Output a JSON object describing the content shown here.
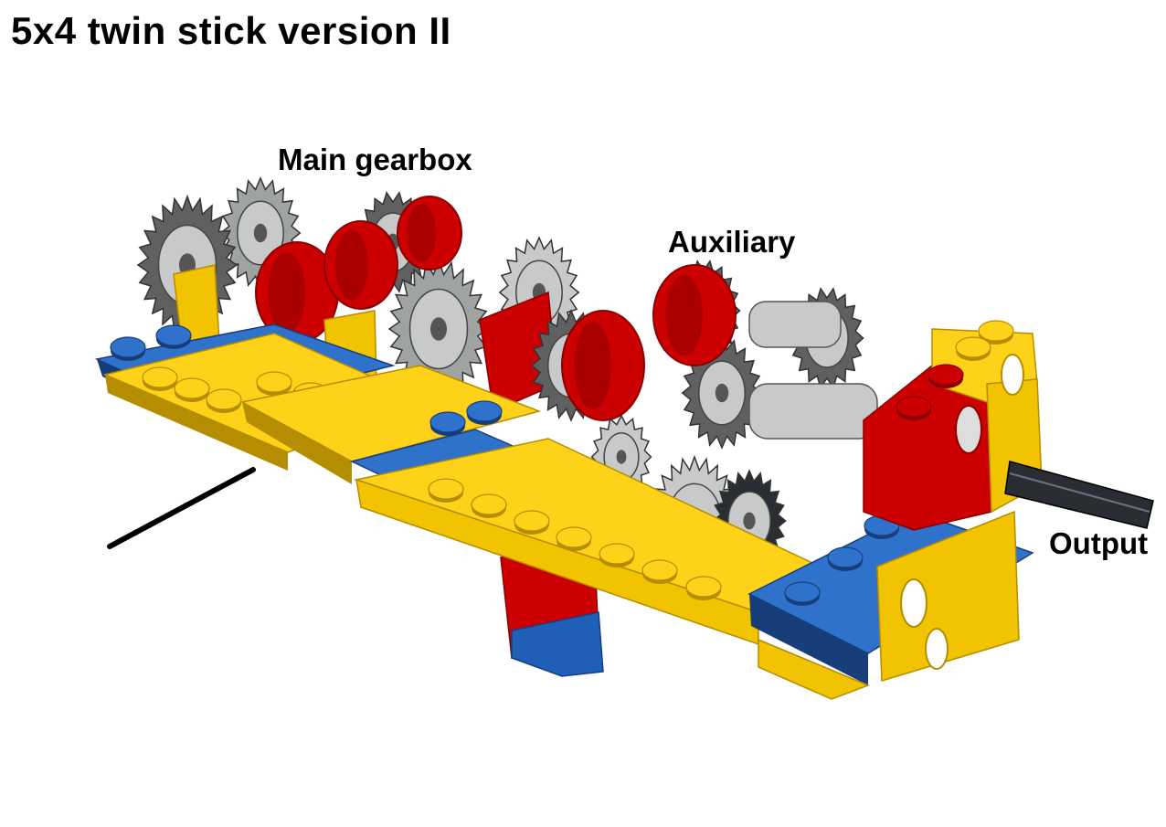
{
  "title": "5x4 twin stick version II",
  "labels": {
    "main_gearbox": "Main gearbox",
    "auxiliary": "Auxiliary",
    "output": "Output"
  },
  "colors": {
    "yellow": "#f2c300",
    "yellow_top": "#ffd21a",
    "yellow_dark": "#b58d00",
    "blue": "#1f5fb8",
    "blue_top": "#2f72cc",
    "blue_dark": "#173e7a",
    "red": "#cc0000",
    "red_dark": "#8a0000",
    "gear_dark": "#5f6160",
    "gear_light": "#9fa3a1",
    "gear_lighter": "#c7cac8",
    "axle": "#2a2e33",
    "stick": "#000000"
  }
}
